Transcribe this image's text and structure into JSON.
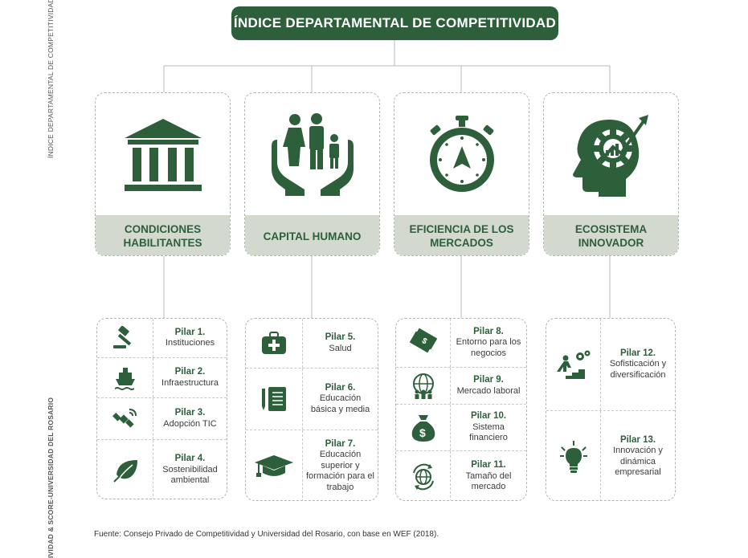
{
  "side": {
    "top": "ÍNDICE DEPARTAMENTAL DE COMPETITIVIDAD",
    "bottom": "IVIDAD & SCORE-UNIVERSIDAD DEL ROSARIO"
  },
  "title": "ÍNDICE DEPARTAMENTAL DE COMPETITIVIDAD",
  "categories": [
    {
      "label": "CONDICIONES HABILITANTES",
      "icon": "building-columns-icon"
    },
    {
      "label": "CAPITAL HUMANO",
      "icon": "family-in-hands-icon"
    },
    {
      "label": "EFICIENCIA DE LOS MERCADOS",
      "icon": "stopwatch-icon"
    },
    {
      "label": "ECOSISTEMA INNOVADOR",
      "icon": "head-gear-growth-icon"
    }
  ],
  "pillar_groups": [
    [
      {
        "name": "Pilar 1.",
        "desc": "Instituciones",
        "icon": "gavel-icon"
      },
      {
        "name": "Pilar 2.",
        "desc": "Infraestructura",
        "icon": "ship-icon"
      },
      {
        "name": "Pilar 3.",
        "desc": "Adopción TIC",
        "icon": "satellite-icon"
      },
      {
        "name": "Pilar 4.",
        "desc": "Sostenibilidad ambiental",
        "icon": "leaf-icon"
      }
    ],
    [
      {
        "name": "Pilar 5.",
        "desc": "Salud",
        "icon": "medical-kit-icon"
      },
      {
        "name": "Pilar 6.",
        "desc": "Educación básica y media",
        "icon": "notebook-pencil-icon"
      },
      {
        "name": "Pilar 7.",
        "desc": "Educación superior y formación para el trabajo",
        "icon": "graduation-cap-icon"
      }
    ],
    [
      {
        "name": "Pilar 8.",
        "desc": "Entorno para los negocios",
        "icon": "money-stack-icon"
      },
      {
        "name": "Pilar 9.",
        "desc": "Mercado laboral",
        "icon": "globe-people-icon"
      },
      {
        "name": "Pilar 10.",
        "desc": "Sistema financiero",
        "icon": "money-bag-icon"
      },
      {
        "name": "Pilar 11.",
        "desc": "Tamaño del mercado",
        "icon": "globe-arrows-icon"
      }
    ],
    [
      {
        "name": "Pilar 12.",
        "desc": "Sofisticación y diversificación",
        "icon": "climbing-person-gears-icon"
      },
      {
        "name": "Pilar 13.",
        "desc": "Innovación y dinámica empresarial",
        "icon": "lightbulb-icon"
      }
    ]
  ],
  "source": "Fuente: Consejo Privado de Competitividad y Universidad del Rosario, con base en WEF (2018).",
  "colors": {
    "primary": "#2d5f3b",
    "label_bg": "#d3d9cf"
  }
}
